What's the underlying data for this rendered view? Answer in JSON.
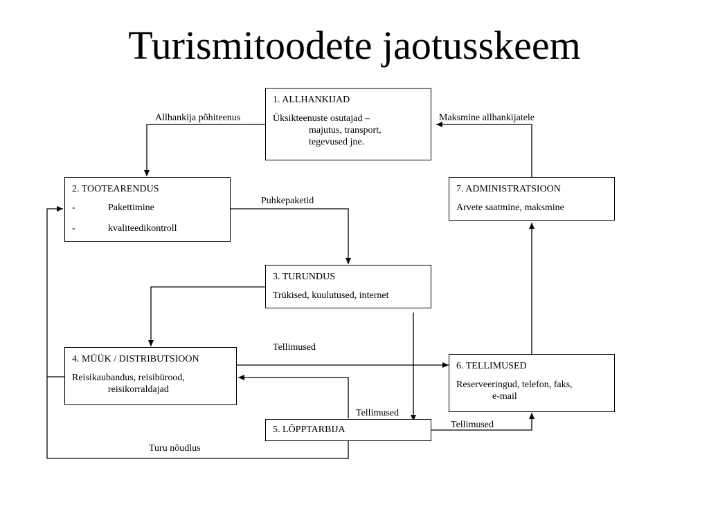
{
  "title": "Turismitoodete jaotusskeem",
  "boxes": {
    "allhankijad": {
      "head": "1. ALLHANKIJAD",
      "line1": "Üksikteenuste osutajad –",
      "line2": "majutus, transport,",
      "line3": "tegevused jne."
    },
    "tootearendus": {
      "head": "2. TOOTEARENDUS",
      "bullet_symbol": "-",
      "item1": "Pakettimine",
      "item2": "kvaliteedikontroll"
    },
    "turundus": {
      "head": "3. TURUNDUS",
      "line1": "Trükised, kuulutused, internet"
    },
    "muuk": {
      "head": "4. MÜÜK / DISTRIBUTSIOON",
      "line1": "Reisikaubandus, reisibürood,",
      "line2": "reisikorraldajad"
    },
    "lopptarbija": {
      "head": "5. LÕPPTARBIJA"
    },
    "tellimused": {
      "head": "6. TELLIMUSED",
      "line1": "Reserveeringud, telefon, faks,",
      "line2": "e-mail"
    },
    "administratsioon": {
      "head": "7. ADMINISTRATSIOON",
      "line1": "Arvete saatmine, maksmine"
    }
  },
  "edge_labels": {
    "allhankija_pohiteenus": "Allhankija põhiteenus",
    "maksmine_allhankijatele": "Maksmine allhankijatele",
    "puhkepaketid": "Puhkepaketid",
    "tellimused_muuk_tellimused": "Tellimused",
    "tellimused_turundus_lopptarbija": "Tellimused",
    "tellimused_lopptarbija_tellimused": "Tellimused",
    "turu_noudlus": "Turu nõudlus"
  }
}
